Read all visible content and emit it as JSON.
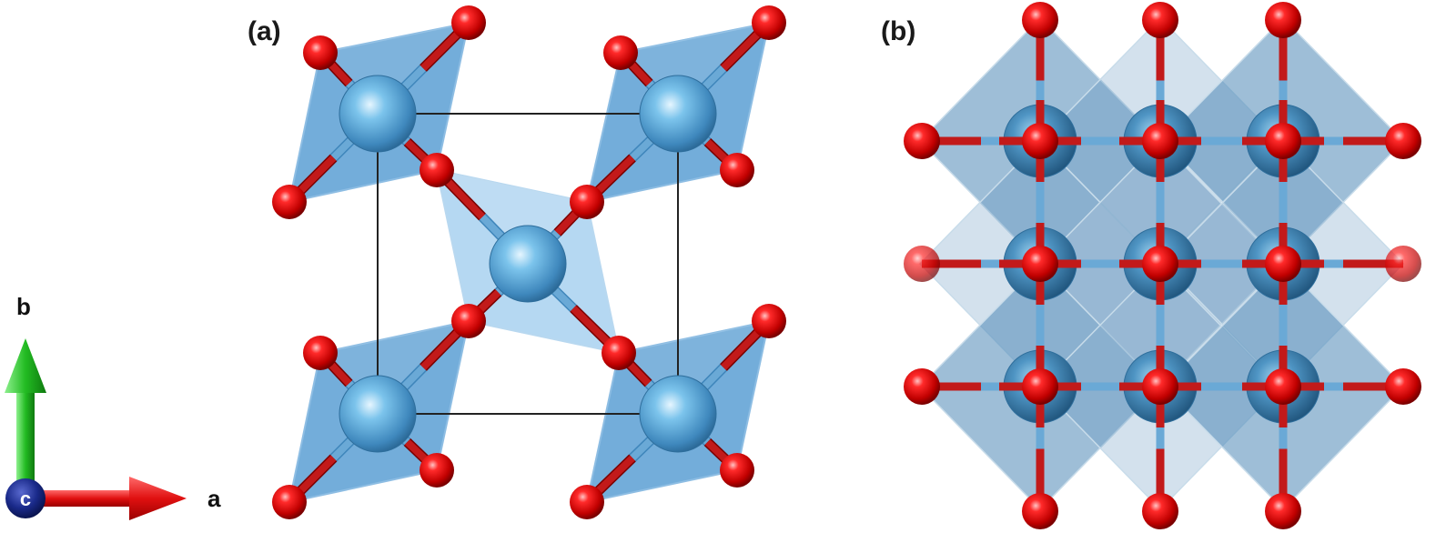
{
  "panels": [
    {
      "label": "(a)"
    },
    {
      "label": "(b)"
    }
  ],
  "axes": {
    "a": "a",
    "b": "b",
    "c": "c"
  },
  "colors": {
    "oxygen": "#e01010",
    "metal": "#5aa6d6",
    "octahedron": "#5b9fd3",
    "bond": "#6aa9d6",
    "cell_edge": "#222222",
    "axis_a": "#e01010",
    "axis_b": "#22bb22",
    "axis_c": "#1a2a8a"
  }
}
